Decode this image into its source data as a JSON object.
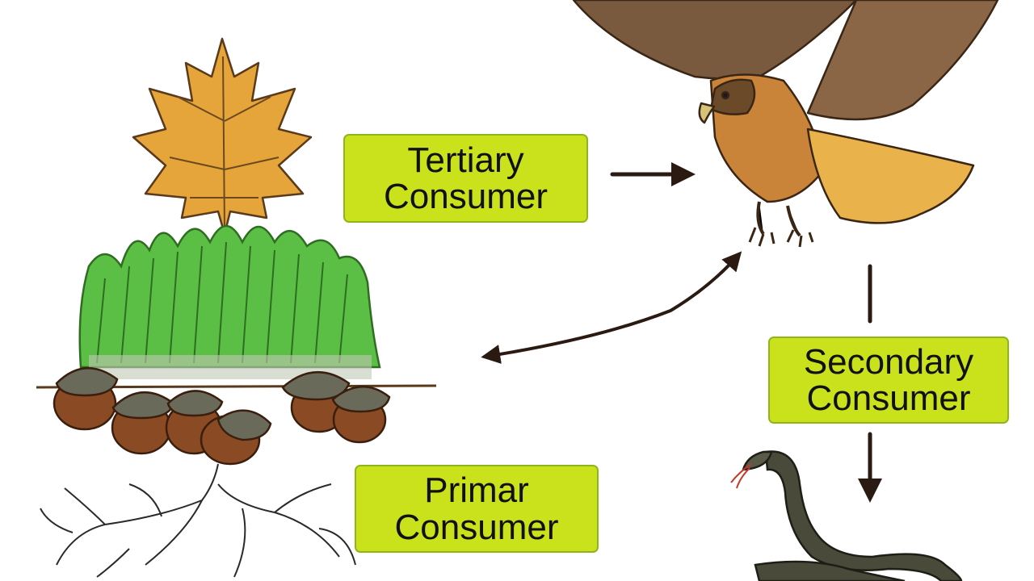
{
  "colors": {
    "label_fill": "#c9e21c",
    "label_border": "#8fb51c",
    "arrow": "#2a1a12",
    "grass": "#4caf3a",
    "acorn": "#8a4a24",
    "leaf": "#e6a53a",
    "hawk": "#8a5a2e",
    "snake": "#3b3a2c"
  },
  "labels": {
    "tertiary": {
      "line1": "Tertiary",
      "line2": "Consumer"
    },
    "secondary": {
      "line1": "Secondary",
      "line2": "Consumer"
    },
    "primary": {
      "line1": "Primar",
      "line2": "Consumer"
    }
  },
  "illustrations": [
    "oak-leaf",
    "grass",
    "acorns",
    "roots",
    "hawk",
    "snake"
  ]
}
